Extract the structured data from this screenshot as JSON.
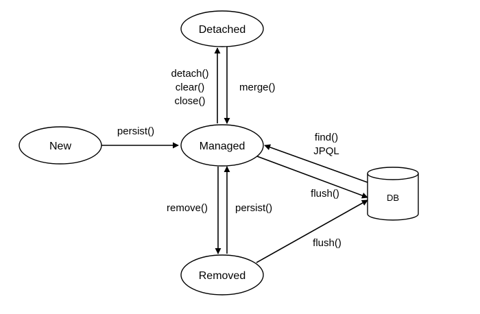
{
  "nodes": {
    "detached": "Detached",
    "new": "New",
    "managed": "Managed",
    "removed": "Removed",
    "db": "DB"
  },
  "edges": {
    "detach_lines": [
      "detach()",
      "clear()",
      "close()"
    ],
    "merge": "merge()",
    "persist_new": "persist()",
    "find_lines": [
      "find()",
      "JPQL"
    ],
    "flush_managed": "flush()",
    "remove": "remove()",
    "persist_removed": "persist()",
    "flush_removed": "flush()"
  }
}
